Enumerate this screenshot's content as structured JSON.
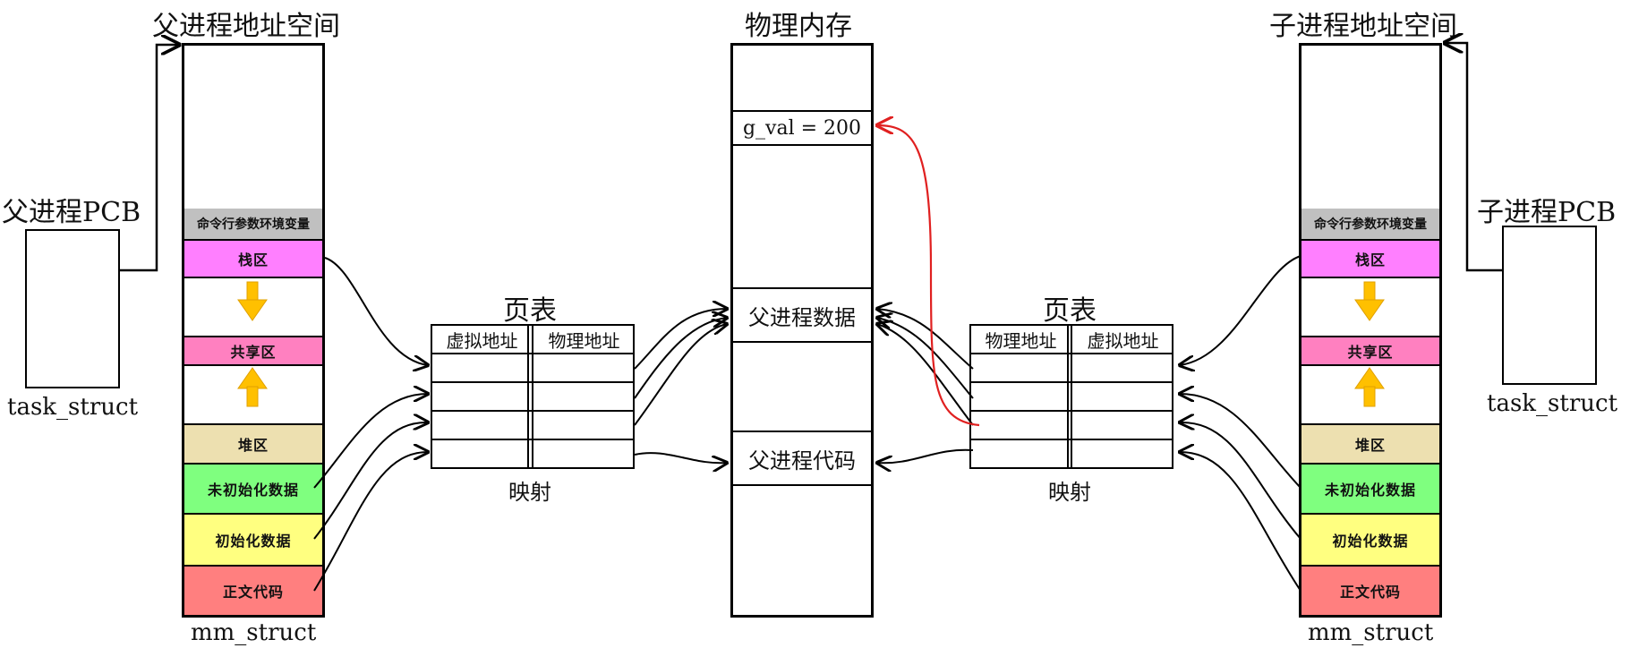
{
  "parent": {
    "title": "父进程地址空间",
    "pcb_label": "父进程PCB",
    "task_struct": "task_struct",
    "mm_struct": "mm_struct",
    "segments": [
      "命令行参数环境变量",
      "栈区",
      "共享区",
      "堆区",
      "未初始化数据",
      "初始化数据",
      "正文代码"
    ]
  },
  "child": {
    "title": "子进程地址空间",
    "pcb_label": "子进程PCB",
    "task_struct": "task_struct",
    "mm_struct": "mm_struct",
    "segments": [
      "命令行参数环境变量",
      "栈区",
      "共享区",
      "堆区",
      "未初始化数据",
      "初始化数据",
      "正文代码"
    ]
  },
  "physical": {
    "title": "物理内存",
    "g_val": "g_val = 200",
    "parent_data": "父进程数据",
    "parent_code": "父进程代码"
  },
  "left_page_table": {
    "title": "页表",
    "col1": "虚拟地址",
    "col2": "物理地址",
    "caption": "映射"
  },
  "right_page_table": {
    "title": "页表",
    "col1": "物理地址",
    "col2": "虚拟地址",
    "caption": "映射"
  },
  "colors": {
    "env": "#c0c0c0",
    "stack": "#ff7fff",
    "shared": "#ff80c0",
    "heap": "#ede0b0",
    "bss": "#7fff7f",
    "data": "#ffff80",
    "text": "#ff7f7f",
    "arrow_fill": "#ffc000",
    "red_arrow": "#e02020"
  },
  "icons": [
    "down-arrow-icon",
    "up-arrow-icon"
  ]
}
